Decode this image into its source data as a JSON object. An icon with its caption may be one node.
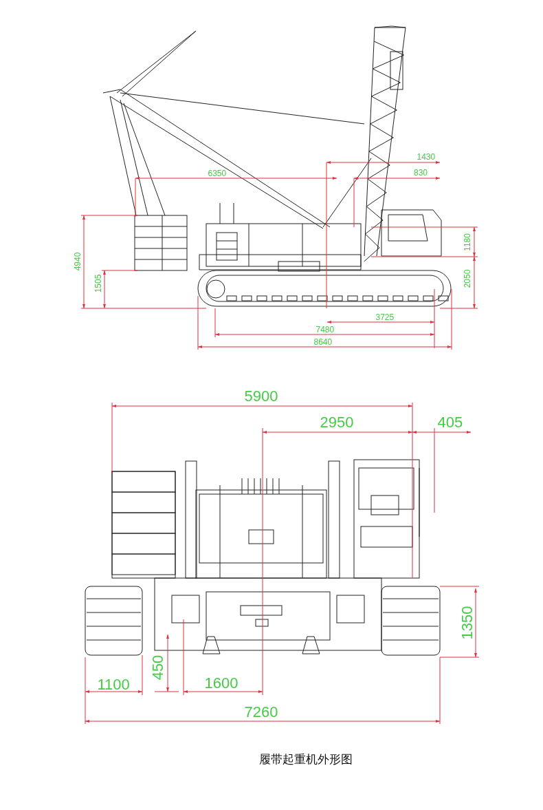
{
  "diagram": {
    "caption": "履带起重机外形图",
    "labels": [
      "1430",
      "6350",
      "830",
      "4940",
      "1180",
      "1505",
      "2050",
      "3725",
      "7480",
      "8640",
      "5900",
      "2950",
      "405",
      "1350",
      "1100",
      "450",
      "1600",
      "7260"
    ]
  }
}
